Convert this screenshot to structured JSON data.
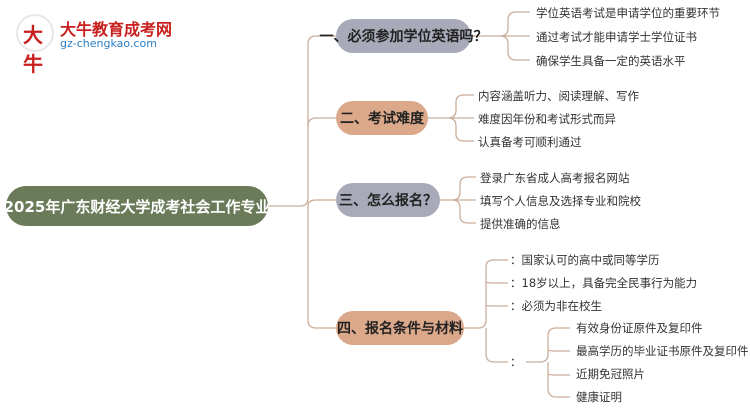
{
  "logo": {
    "mark": "大牛",
    "name_cn": "大牛教育成考网",
    "site": "gz-chengkao.com"
  },
  "root": {
    "title": "2025年广东财经大学成考社会工作专业"
  },
  "branches": [
    {
      "label": "一、必须参加学位英语吗？",
      "items": [
        "学位英语考试是申请学位的重要环节",
        "通过考试才能申请学士学位证书",
        "确保学生具备一定的英语水平"
      ]
    },
    {
      "label": "二、考试难度",
      "items": [
        "内容涵盖听力、阅读理解、写作",
        "难度因年份和考试形式而异",
        "认真备考可顺利通过"
      ]
    },
    {
      "label": "三、怎么报名？",
      "items": [
        "登录广东省成人高考报名网站",
        "填写个人信息及选择专业和院校",
        "提供准确的信息"
      ]
    },
    {
      "label": "四、报名条件与材料",
      "items": [
        "：国家认可的高中或同等学历",
        "：18岁以上，具备完全民事行为能力",
        "：必须为非在校生",
        "："
      ],
      "sub_items": [
        "有效身份证原件及复印件",
        "最高学历的毕业证书原件及复印件",
        "近期免冠照片",
        "健康证明"
      ]
    }
  ],
  "colors": {
    "root": "#6b7a59",
    "branch_gray": "#a8aab9",
    "branch_orange": "#dba98a",
    "link": "#c9ad9a"
  }
}
